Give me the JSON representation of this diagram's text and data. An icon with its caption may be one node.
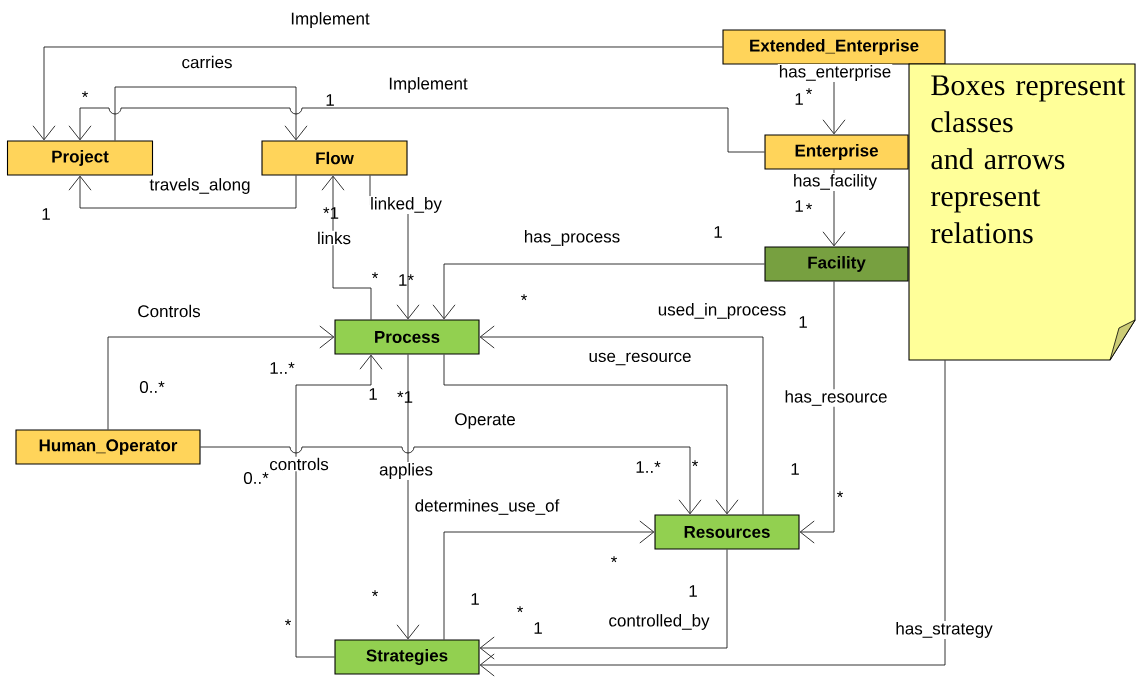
{
  "diagram": {
    "nodes": [
      {
        "text": [
          "Extended_Enterprise"
        ]
      },
      {
        "text": [
          "Project"
        ]
      },
      {
        "text": [
          "Flow"
        ]
      },
      {
        "text": [
          "Enterprise"
        ]
      },
      {
        "text": [
          "Facility"
        ]
      },
      {
        "text": [
          "Process"
        ]
      },
      {
        "text": [
          "Human_Operator"
        ]
      },
      {
        "text": [
          "Resources"
        ]
      },
      {
        "text": [
          "Strategies"
        ]
      },
      {
        "text": [
          "Boxes represent classes and arrows represent relations"
        ]
      }
    ],
    "edges": [
      {
        "from": 0,
        "to": 1,
        "arrow": "to",
        "label": "Implement"
      },
      {
        "from": 3,
        "to": 1,
        "arrow": "to",
        "label": "Implement"
      },
      {
        "from": 1,
        "to": 2,
        "arrow": "to",
        "label": "carries"
      },
      {
        "from": 2,
        "to": 1,
        "arrow": "to",
        "label": "travels_along"
      },
      {
        "from": 5,
        "to": 2,
        "arrow": "to",
        "label": "links"
      },
      {
        "from": 2,
        "to": 5,
        "arrow": "to",
        "label": "linked_by"
      },
      {
        "from": 0,
        "to": 3,
        "arrow": "to",
        "label": "has_enterprise"
      },
      {
        "from": 3,
        "to": 4,
        "arrow": "to",
        "label": "has_facility"
      },
      {
        "from": 4,
        "to": 5,
        "arrow": "to",
        "label": "has_process"
      },
      {
        "from": 7,
        "to": 5,
        "arrow": "to",
        "label": "used_in_process"
      },
      {
        "from": 5,
        "to": 7,
        "arrow": "to",
        "label": "use_resource"
      },
      {
        "from": 4,
        "to": 7,
        "arrow": "to",
        "label": "has_resource"
      },
      {
        "from": 6,
        "to": 5,
        "arrow": "to",
        "label": "Controls"
      },
      {
        "from": 6,
        "to": 7,
        "arrow": "to",
        "label": "Operate"
      },
      {
        "from": 8,
        "to": 5,
        "arrow": "to",
        "label": "controls"
      },
      {
        "from": 5,
        "to": 8,
        "arrow": "to",
        "label": "applies"
      },
      {
        "from": 8,
        "to": 7,
        "arrow": "to",
        "label": "determines_use_of"
      },
      {
        "from": 7,
        "to": 8,
        "arrow": "to",
        "label": "controlled_by"
      },
      {
        "from": 9,
        "to": 8,
        "arrow": "to",
        "label": "has_strategy"
      }
    ],
    "labels": [
      "*",
      "1",
      "1",
      "*",
      "1",
      "*",
      "*1",
      "1",
      "1",
      "*",
      "1*",
      "*",
      "1",
      "1..*",
      "0..*",
      "1",
      "*1",
      "1..*",
      "*",
      "1",
      "0..*",
      "*",
      "*",
      "1",
      "*",
      "1",
      "*",
      "1",
      "*"
    ]
  }
}
